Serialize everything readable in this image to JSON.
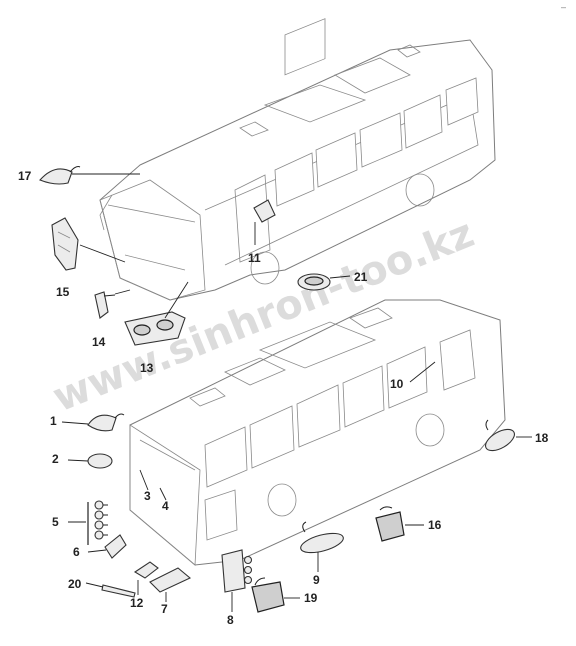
{
  "corner_mark": "–",
  "watermark": "www.sinhron-too.kz",
  "callouts": [
    "1",
    "2",
    "3",
    "4",
    "5",
    "6",
    "7",
    "8",
    "9",
    "10",
    "11",
    "12",
    "13",
    "14",
    "15",
    "16",
    "17",
    "18",
    "19",
    "20",
    "21"
  ]
}
